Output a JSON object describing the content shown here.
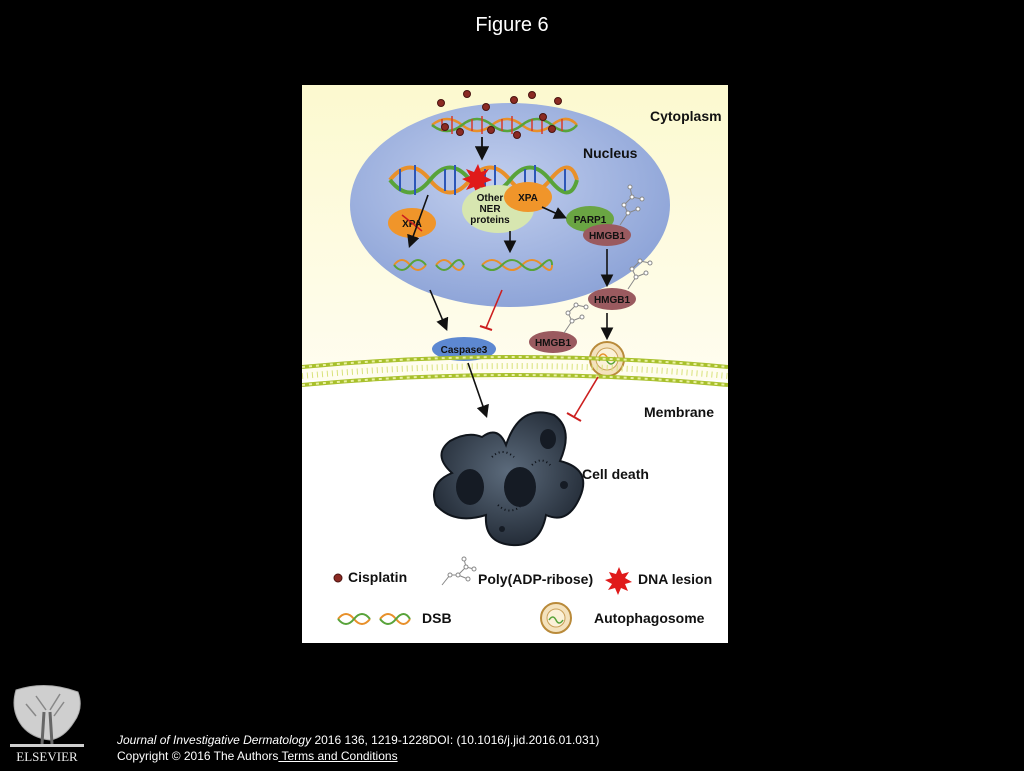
{
  "slide": {
    "title": "Figure 6"
  },
  "diagram": {
    "regions": {
      "cytoplasm": "Cytoplasm",
      "nucleus": "Nucleus",
      "membrane": "Membrane"
    },
    "nodes": {
      "xpa_left": "XPA",
      "xpa_center": "XPA",
      "other_ner_line1": "Other",
      "other_ner_line2": "NER",
      "other_ner_line3": "proteins",
      "parp1": "PARP1",
      "hmgb1_nucleus": "HMGB1",
      "hmgb1_cytoplasm": "HMGB1",
      "hmgb1_secreted": "HMGB1",
      "caspase3": "Caspase3",
      "cell_death": "Cell death"
    },
    "legend": {
      "cisplatin": "Cisplatin",
      "poly_adp_ribose": "Poly(ADP-ribose)",
      "dna_lesion": "DNA lesion",
      "dsb": "DSB",
      "autophagosome": "Autophagosome"
    },
    "colors": {
      "cytoplasm_bg": "#fdfbd8",
      "nucleus": "#9cb0dd",
      "xpa": "#f0952a",
      "ner": "#d7e6b0",
      "parp1": "#6aa543",
      "hmgb1": "#9a5a5f",
      "caspase3": "#5d88d1",
      "inhibit": "#cc1f1f",
      "cell": "#3b4654"
    }
  },
  "footer": {
    "journal": "Journal of Investigative Dermatology",
    "citation": " 2016 136, 1219-1228DOI: (10.1016/j.jid.2016.01.031)",
    "copyright": "Copyright © 2016 The Authors",
    "terms_link": " Terms and Conditions"
  },
  "logo": {
    "text": "ELSEVIER"
  }
}
